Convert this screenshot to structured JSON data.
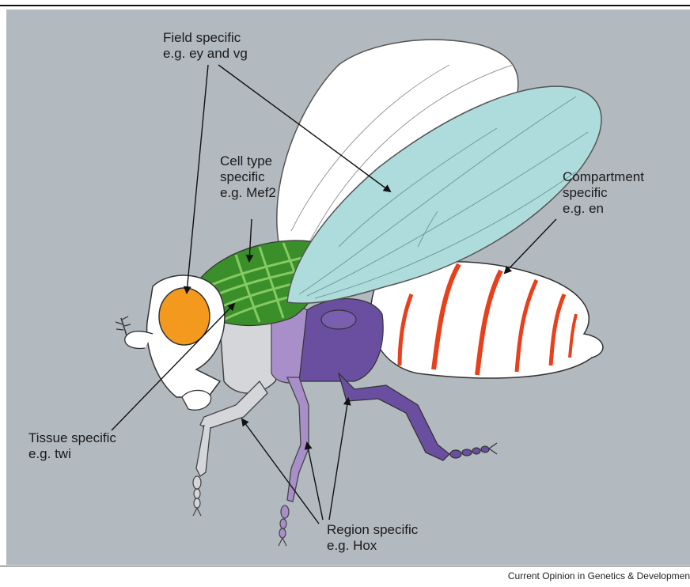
{
  "labels": {
    "field": "Field specific\ne.g. ey and vg",
    "cell_type": "Cell type\nspecific\ne.g. Mef2",
    "compartment": "Compartment\nspecific\ne.g. en",
    "tissue": "Tissue specific\ne.g. twi",
    "region": "Region specific\ne.g. Hox"
  },
  "credit": "Current Opinion in Genetics & Developmen",
  "colors": {
    "background": "#b2b9bf",
    "wing": "#aedcdc",
    "eye": "#f39a1e",
    "muscle": "#3a8f2a",
    "stripe": "#e8401c",
    "leg_dark": "#6a4fa0",
    "leg_light": "#a88fc9",
    "leg_pale": "#d4d6da"
  }
}
